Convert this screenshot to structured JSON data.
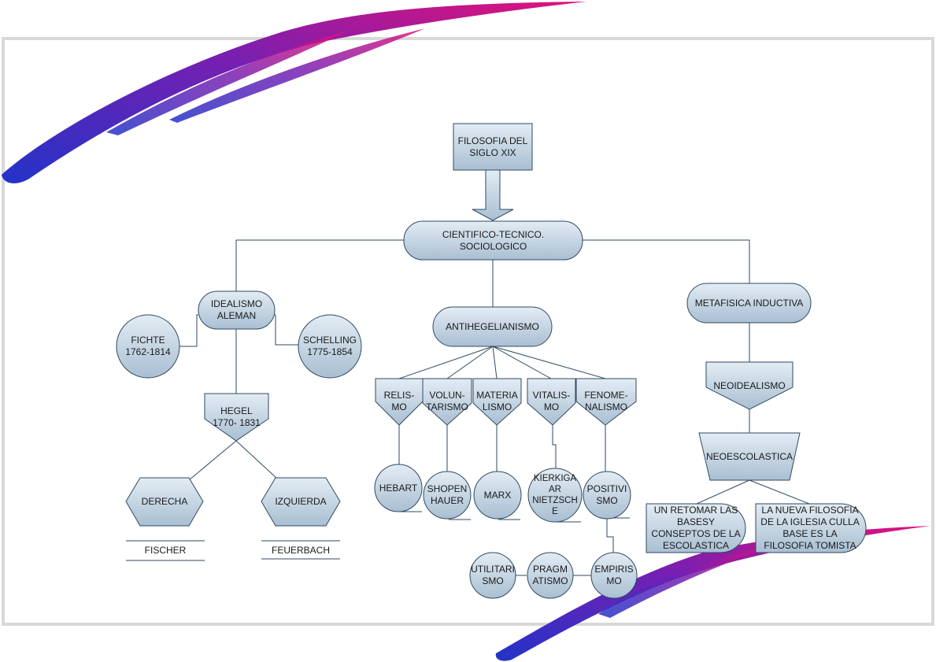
{
  "colors": {
    "node_fill_top": "#e3ecf4",
    "node_fill_bottom": "#a9bfd2",
    "node_stroke": "#2f4a63",
    "connector": "#2f4a63",
    "frame": "#d8d8d8",
    "brush_start": "#2233c8",
    "brush_mid": "#7a1fb0",
    "brush_end": "#e0127a"
  },
  "diagram": {
    "root": "FILOSOFIA DEL\nSIGLO XIX",
    "main": "CIENTIFICO-TECNICO.\nSOCIOLOGICO",
    "idealismo": "IDEALISMO\nALEMAN",
    "fichte": "FICHTE\n1762-1814",
    "schelling": "SCHELLING\n1775-1854",
    "hegel": "HEGEL\n1770- 1831",
    "derecha": "DERECHA",
    "izquierda": "IZQUIERDA",
    "fischer": "FISCHER",
    "feuerbach": "FEUERBACH",
    "antihegelianismo": "ANTIHEGELIANISMO",
    "relismo": "RELIS-\nMO",
    "voluntarismo": "VOLUN-\nTARISMO",
    "materialismo": "MATERIA\nLISMO",
    "vitalismo": "VITALIS-\nMO",
    "fenomenalismo": "FENOME-\nNALISMO",
    "hebart": "HEBART",
    "shopenhauer": "SHOPEN\nHAUER",
    "marx": "MARX",
    "kierkigaar": "KIERKIGA\nAR\nNIETZSCH\nE",
    "positivismo": "POSITIVI\nSMO",
    "utilitarismo": "UTILITARI\nSMO",
    "pragmatismo": "PRAGM\nATISMO",
    "empirismo": "EMPIRIS\nMO",
    "metafisica": "METAFISICA INDUCTIVA",
    "neoidealismo": "NEOIDEALISMO",
    "neoescolastica": "NEOESCOLASTICA",
    "retomar": "UN RETOMAR LAS\nBASESY\nCONSEPTOS DE LA\nESCOLASTICA",
    "nueva_filosofia": "LA NUEVA FILOSOFIA\nDE LA IGLESIA CULLA\nBASE ES LA\nFILOSOFIA TOMISTA"
  }
}
